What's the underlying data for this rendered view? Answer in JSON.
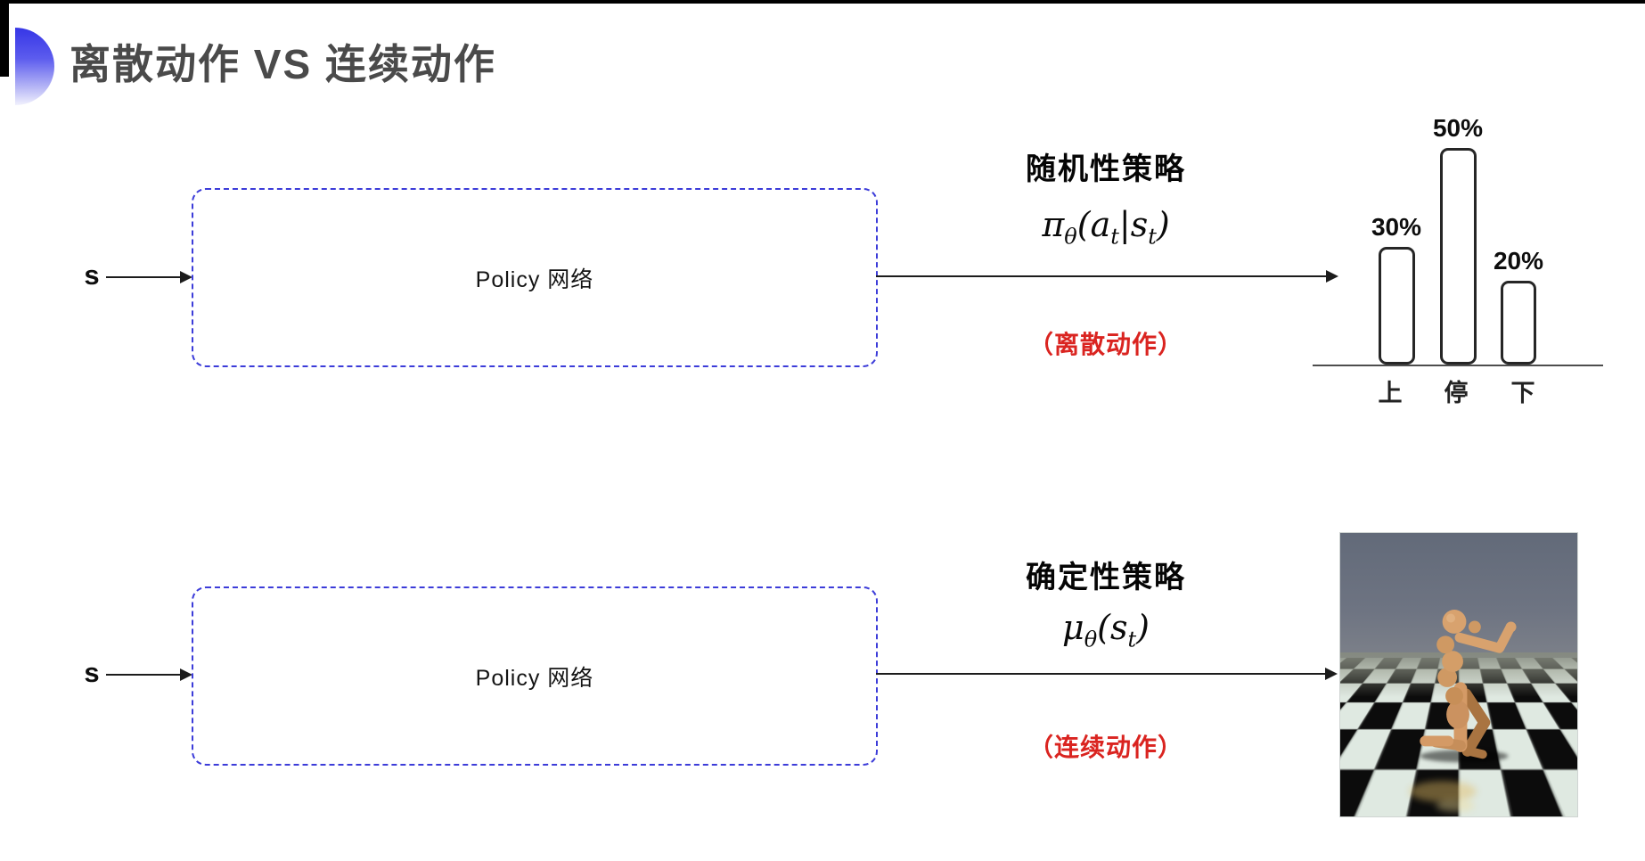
{
  "title": "离散动作 VS 连续动作",
  "sections": {
    "stochastic": {
      "input_label": "s",
      "box_label": "Policy 网络",
      "policy_title": "随机性策略",
      "formula": {
        "pi": "π",
        "theta": "θ",
        "open_a": "(a",
        "t1": "t",
        "bar_s": "|s",
        "t2": "t",
        "close": ")"
      },
      "action_note": "（离散动作）"
    },
    "deterministic": {
      "input_label": "s",
      "box_label": "Policy 网络",
      "policy_title": "确定性策略",
      "formula": {
        "mu": "μ",
        "theta": "θ",
        "open_s": "(s",
        "t": "t",
        "close": ")"
      },
      "action_note": "（连续动作）"
    }
  },
  "chart_data": {
    "type": "bar",
    "categories": [
      "上",
      "停",
      "下"
    ],
    "values": [
      30,
      50,
      20
    ],
    "unit": "%",
    "title": "",
    "xlabel": "",
    "ylabel": "",
    "ylim": [
      0,
      50
    ],
    "grid": false,
    "bar_style": "outlined-rounded",
    "bars": [
      {
        "category": "上",
        "display_value": "30%",
        "bar_css": "height:132px"
      },
      {
        "category": "停",
        "display_value": "50%",
        "bar_css": "height:243px"
      },
      {
        "category": "下",
        "display_value": "20%",
        "bar_css": "height:94px"
      }
    ]
  },
  "robot_image": {
    "description": "humanoid robot running on checkerboard floor (physics simulation)"
  },
  "colors": {
    "accent_blue": "#3636e6",
    "box_border_blue": "#3c3cd9",
    "action_note_red": "#da2420",
    "title_gray": "#4a4a4a"
  }
}
